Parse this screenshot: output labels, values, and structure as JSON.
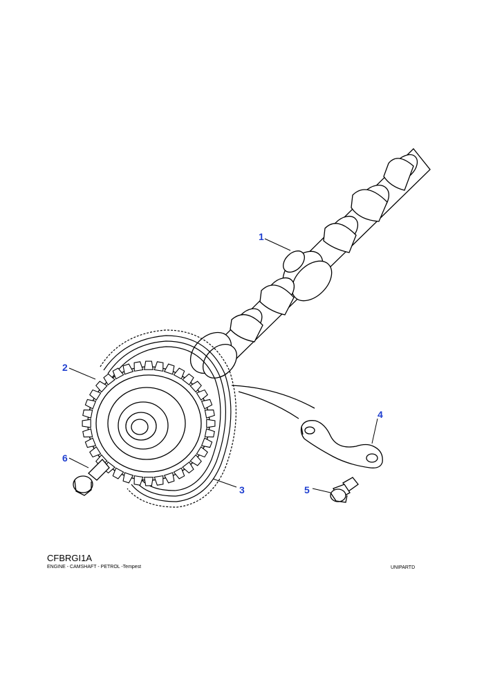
{
  "diagram": {
    "code": "CFBRGI1A",
    "title": "ENGINE - CAMSHAFT - PETROL -Tempest",
    "source": "UNIPARTD",
    "callout_color": "#1f3fd0",
    "line_color": "#000000",
    "callouts": [
      {
        "id": "1",
        "label": "1"
      },
      {
        "id": "2",
        "label": "2"
      },
      {
        "id": "3",
        "label": "3"
      },
      {
        "id": "4",
        "label": "4"
      },
      {
        "id": "5",
        "label": "5"
      },
      {
        "id": "6",
        "label": "6"
      }
    ]
  }
}
